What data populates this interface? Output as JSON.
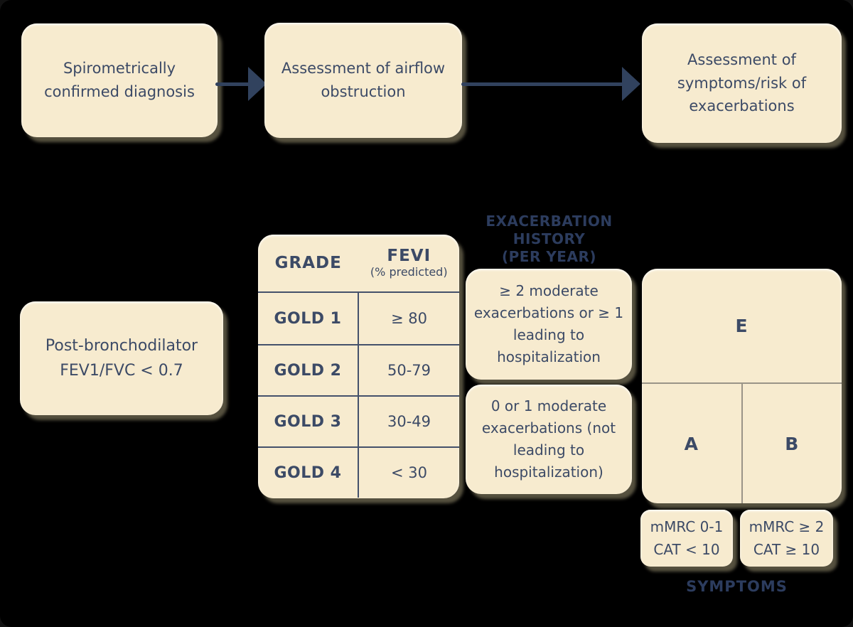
{
  "colors": {
    "background": "#000000",
    "box_background": "#f7ebcf",
    "text_navy": "#3c4a66",
    "heading_navy": "#2c3c5e",
    "arrow_navy": "#31425e",
    "table_line": "#44516b",
    "grid_divider": "#9a9488"
  },
  "flow": {
    "step1": "Spirometrically confirmed diagnosis",
    "step2": "Assessment of airflow obstruction",
    "step3": "Assessment of symptoms/risk of exacerbations"
  },
  "criteria_box": {
    "line1": "Post-bronchodilator",
    "line2": "FEV1/FVC < 0.7"
  },
  "grade_table": {
    "header_col1": "GRADE",
    "header_col2": "FEVI",
    "header_col2_sub": "(% predicted)",
    "rows": [
      {
        "grade": "GOLD 1",
        "fev": "≥ 80"
      },
      {
        "grade": "GOLD 2",
        "fev": "50-79"
      },
      {
        "grade": "GOLD 3",
        "fev": "30-49"
      },
      {
        "grade": "GOLD 4",
        "fev": "< 30"
      }
    ]
  },
  "exacerbation": {
    "heading_lines": [
      "EXACERBATION",
      "HISTORY",
      "(PER YEAR)"
    ],
    "high_risk": "≥ 2 moderate exacerbations or ≥ 1 leading to hospitalization",
    "low_risk": "0 or 1 moderate exacerbations (not leading to hospitalization)"
  },
  "abe_grid": {
    "top": "E",
    "bottom_left": "A",
    "bottom_right": "B"
  },
  "symptom_boxes": {
    "left": {
      "line1": "mMRC 0-1",
      "line2": "CAT < 10"
    },
    "right": {
      "line1": "mMRC ≥ 2",
      "line2": "CAT ≥ 10"
    }
  },
  "symptoms_heading": "SYMPTOMS"
}
